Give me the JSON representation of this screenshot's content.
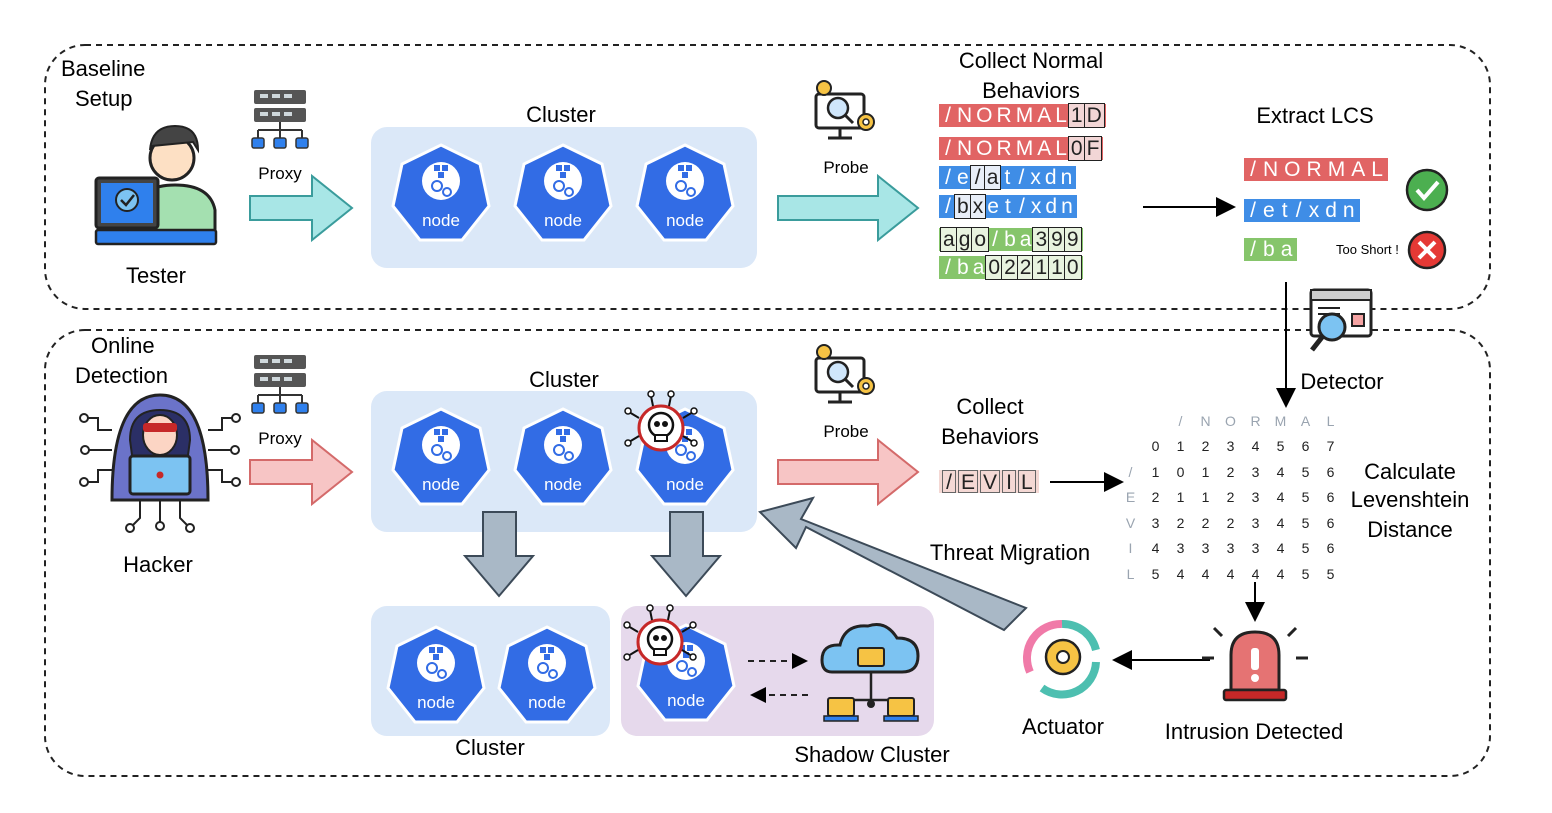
{
  "panels": {
    "baseline": {
      "label_line1": "Baseline",
      "label_line2": "Setup"
    },
    "online": {
      "label_line1": "Online",
      "label_line2": "Detection"
    }
  },
  "actors": {
    "tester": "Tester",
    "hacker": "Hacker"
  },
  "proxy_label": "Proxy",
  "probe_label": "Probe",
  "node_label": "node",
  "clusters": {
    "top": "Cluster",
    "middle": "Cluster",
    "bottom": "Cluster",
    "shadow": "Shadow Cluster"
  },
  "collect_normal": {
    "line1": "Collect Normal",
    "line2": "Behaviors"
  },
  "collect": {
    "line1": "Collect",
    "line2": "Behaviors"
  },
  "sequences": {
    "normal": [
      {
        "color": "red",
        "chars": [
          "/",
          "N",
          "O",
          "R",
          "M",
          "A",
          "L",
          "1",
          "D"
        ],
        "hl": [
          7,
          8
        ]
      },
      {
        "color": "red",
        "chars": [
          "/",
          "N",
          "O",
          "R",
          "M",
          "A",
          "L",
          "0",
          "F"
        ],
        "hl": [
          7,
          8
        ]
      },
      {
        "color": "blue",
        "chars": [
          "/",
          "e",
          "/",
          "a",
          "t",
          "/",
          "x",
          "d",
          "n"
        ],
        "hl": [
          2,
          3
        ]
      },
      {
        "color": "blue",
        "chars": [
          "/",
          "b",
          "x",
          "e",
          "t",
          "/",
          "x",
          "d",
          "n"
        ],
        "hl": [
          1,
          2
        ]
      },
      {
        "color": "green",
        "chars": [
          "a",
          "g",
          "o",
          "/",
          "b",
          "a",
          "3",
          "9",
          "9"
        ],
        "hl": [
          0,
          1,
          2,
          6,
          7,
          8
        ]
      },
      {
        "color": "green",
        "chars": [
          "/",
          "b",
          "a",
          "0",
          "2",
          "2",
          "1",
          "1",
          "0"
        ],
        "hl": [
          3,
          4,
          5,
          6,
          7,
          8
        ]
      }
    ],
    "evil": [
      "/",
      "E",
      "V",
      "I",
      "L"
    ]
  },
  "extract": {
    "title": "Extract LCS",
    "items": [
      {
        "color": "red",
        "chars": [
          "/",
          "N",
          "O",
          "R",
          "M",
          "A",
          "L"
        ]
      },
      {
        "color": "blue",
        "chars": [
          "/",
          "e",
          "t",
          "/",
          "x",
          "d",
          "n"
        ]
      },
      {
        "color": "green",
        "chars": [
          "/",
          "b",
          "a"
        ]
      }
    ],
    "too_short": "Too Short !"
  },
  "detector": "Detector",
  "levenshtein": {
    "label_line1": "Calculate",
    "label_line2": "Levenshtein",
    "label_line3": "Distance",
    "col_headers": [
      "/",
      "N",
      "O",
      "R",
      "M",
      "A",
      "L"
    ],
    "row_headers": [
      "",
      "/",
      "E",
      "V",
      "I",
      "L"
    ],
    "rows": [
      [
        "0",
        "1",
        "2",
        "3",
        "4",
        "5",
        "6",
        "7"
      ],
      [
        "1",
        "0",
        "1",
        "2",
        "3",
        "4",
        "5",
        "6"
      ],
      [
        "2",
        "1",
        "1",
        "2",
        "3",
        "4",
        "5",
        "6"
      ],
      [
        "3",
        "2",
        "2",
        "2",
        "3",
        "4",
        "5",
        "6"
      ],
      [
        "4",
        "3",
        "3",
        "3",
        "3",
        "4",
        "5",
        "6"
      ],
      [
        "5",
        "4",
        "4",
        "4",
        "4",
        "4",
        "5",
        "5"
      ]
    ],
    "path": [
      [
        0,
        0
      ],
      [
        1,
        1
      ],
      [
        2,
        2
      ],
      [
        3,
        3
      ],
      [
        4,
        4
      ],
      [
        5,
        5
      ],
      [
        5,
        6
      ],
      [
        5,
        7
      ]
    ]
  },
  "threat_migration": "Threat Migration",
  "actuator": "Actuator",
  "intrusion": "Intrusion Detected",
  "colors": {
    "teal": "#9fe0e0",
    "pink": "#f7c5c5",
    "gray_arrow": "#a9b8c6",
    "cluster_bg": "#dbe8f8",
    "shadow_bg": "#e6d9ec",
    "node": "#326ce5"
  }
}
